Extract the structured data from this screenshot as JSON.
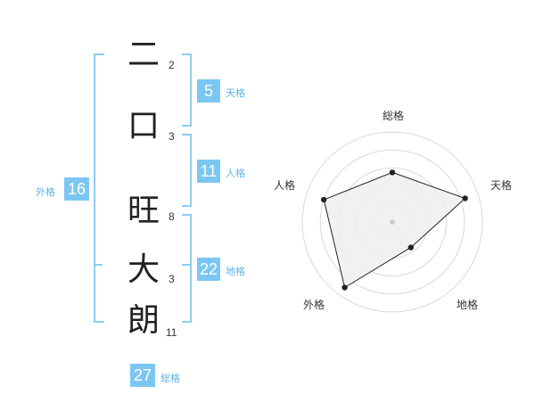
{
  "characters": [
    {
      "char": "二",
      "strokes": "2"
    },
    {
      "char": "口",
      "strokes": "3"
    },
    {
      "char": "旺",
      "strokes": "8"
    },
    {
      "char": "大",
      "strokes": "3"
    },
    {
      "char": "朗",
      "strokes": "11"
    }
  ],
  "fortunes": {
    "tenkaku": {
      "value": "5",
      "label": "天格"
    },
    "jinkaku": {
      "value": "11",
      "label": "人格"
    },
    "chikaku": {
      "value": "22",
      "label": "地格"
    },
    "gaikaku": {
      "value": "16",
      "label": "外格"
    },
    "soukaku": {
      "value": "27",
      "label": "総格"
    }
  },
  "radar": {
    "axes": [
      "総格",
      "天格",
      "地格",
      "外格",
      "人格"
    ],
    "levels": [
      0.55,
      0.85,
      0.35,
      0.9,
      0.8
    ],
    "colors": {
      "ring": "#d8d8d8",
      "fill": "#efefef",
      "line": "#222222",
      "center": "#cccccc"
    }
  },
  "colors": {
    "accent": "#7cc7f2",
    "bracket": "#8ccdf3"
  }
}
